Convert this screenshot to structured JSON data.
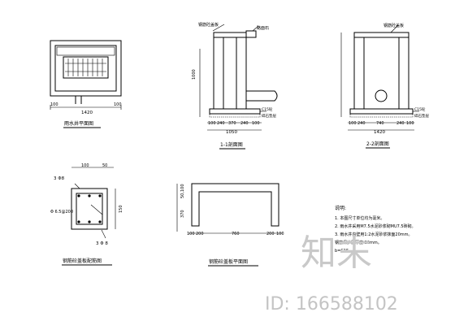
{
  "drawings": {
    "plan": {
      "title": "雨水井平面图",
      "dims": [
        "100",
        "1420",
        "100"
      ]
    },
    "section_1_1": {
      "title": "1-1剖面图",
      "labels": [
        "钢筋砼盖板",
        "路面石",
        "C15砼",
        "碎石垫层"
      ],
      "dims_bottom": [
        "100",
        "240",
        "370",
        "240",
        "100"
      ],
      "dim_total": "1050",
      "dim_vertical": "1000"
    },
    "section_2_2": {
      "title": "2-2剖面图",
      "labels": [
        "钢筋砼盖板",
        "C15砼",
        "碎石垫层"
      ],
      "dims_bottom": [
        "100",
        "240",
        "740",
        "240",
        "100"
      ],
      "dim_total": "1420"
    },
    "rebar": {
      "title": "钢筋砼盖板配筋图",
      "labels": [
        "3 Φ8",
        "Φ 6.5@200",
        "3 Φ 8"
      ],
      "dim_top": [
        "100",
        "50"
      ],
      "dim_side": "150"
    },
    "cover_plan": {
      "title": "钢筋砼盖板平面图",
      "dims_bottom": [
        "100",
        "200",
        "760",
        "200",
        "100"
      ],
      "dim_left": "370",
      "dim_top_left": "50,100"
    }
  },
  "notes": {
    "heading": "说明:",
    "lines": [
      "1. 本图尺寸单位均为毫米。",
      "2. 雨水井采用M7.5水泥砂浆砌MU7.5砖砌。",
      "3. 雨水井内壁用1:2水泥砂浆抹面20mm。",
      "   钢筋保护层厚度 20mm。",
      "b=C15"
    ]
  },
  "watermark": {
    "logo": "知末",
    "id": "ID: 166588102"
  }
}
